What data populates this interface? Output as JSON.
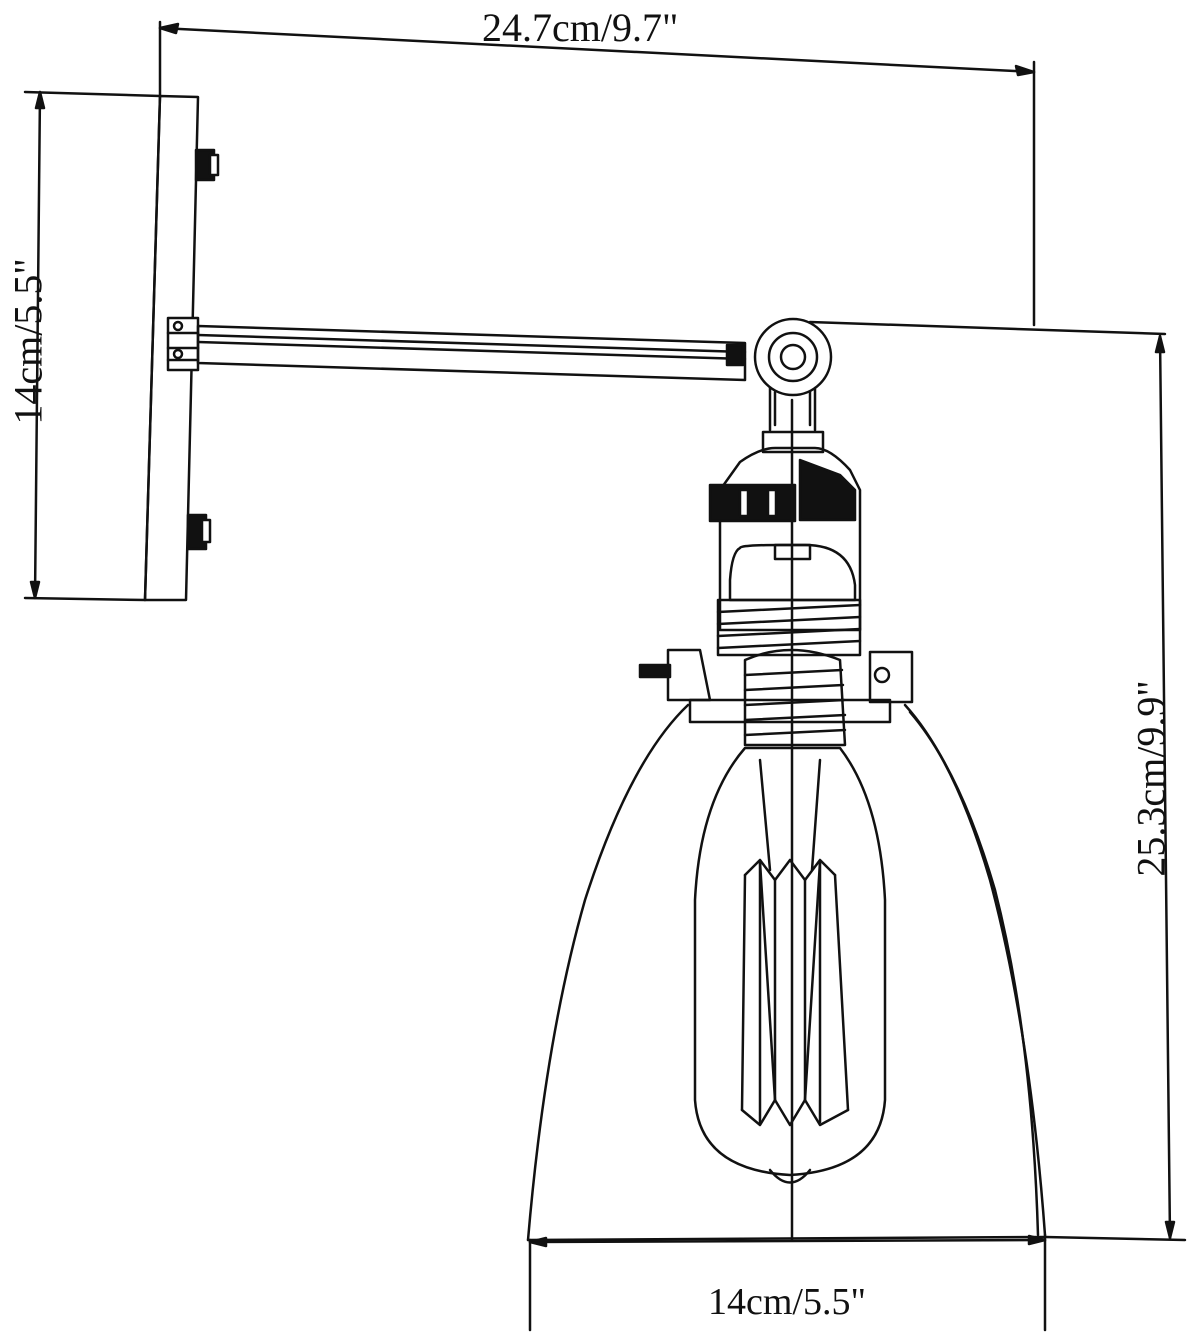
{
  "dimensions": {
    "overall_width": "24.7cm/9.7\"",
    "backplate_height": "14cm/5.5\"",
    "overall_height": "25.3cm/9.9\"",
    "shade_diameter": "14cm/5.5\""
  },
  "colors": {
    "line": "#111111",
    "background": "#ffffff"
  }
}
